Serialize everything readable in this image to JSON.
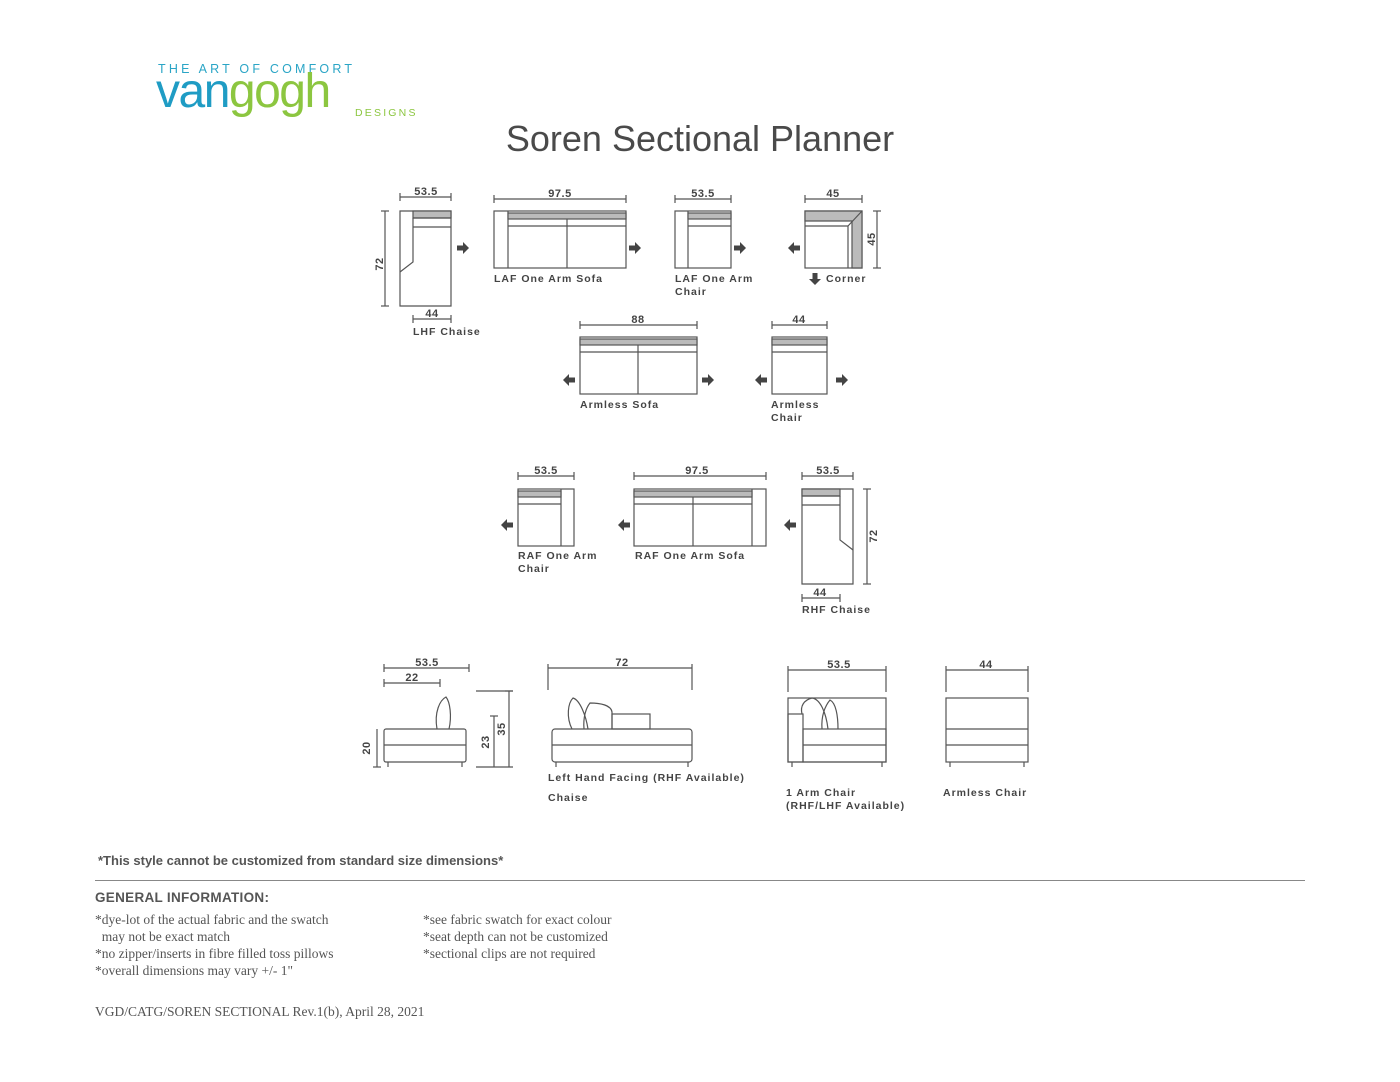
{
  "logo": {
    "tagline": "THE ART OF COMFORT",
    "word_a": "van",
    "word_b": "gogh",
    "sub": "DESIGNS",
    "colors": {
      "blue": "#1f9cc4",
      "green": "#8cc640"
    }
  },
  "title": "Soren Sectional Planner",
  "pieces": {
    "lhf_chaise": {
      "label": "LHF Chaise",
      "width": "53.5",
      "depth": "72",
      "seat": "44"
    },
    "laf_sofa": {
      "label": "LAF One Arm Sofa",
      "width": "97.5"
    },
    "laf_chair": {
      "label_1": "LAF One Arm",
      "label_2": "Chair",
      "width": "53.5"
    },
    "corner": {
      "label": "Corner",
      "width": "45",
      "depth": "45"
    },
    "armless_sofa": {
      "label": "Armless Sofa",
      "width": "88"
    },
    "armless_chair": {
      "label_1": "Armless",
      "label_2": "Chair",
      "width": "44"
    },
    "raf_chair": {
      "label_1": "RAF One Arm",
      "label_2": "Chair",
      "width": "53.5"
    },
    "raf_sofa": {
      "label": "RAF One Arm Sofa",
      "width": "97.5"
    },
    "rhf_chaise": {
      "label": "RHF Chaise",
      "width": "53.5",
      "depth": "72",
      "seat": "44"
    }
  },
  "elevations": {
    "side": {
      "width": "53.5",
      "inner": "22",
      "seat_h": "20",
      "arm_h": "23",
      "back_h": "35"
    },
    "chaise": {
      "width": "72",
      "label_1": "Left Hand Facing (RHF Available)",
      "label_2": "Chaise"
    },
    "one_arm": {
      "width": "53.5",
      "label_1": "1 Arm Chair",
      "label_2": "(RHF/LHF Available)"
    },
    "armless": {
      "width": "44",
      "label": "Armless Chair"
    }
  },
  "note": "*This style cannot be customized from standard size dimensions*",
  "general": {
    "heading": "GENERAL INFORMATION:",
    "left": [
      "*dye-lot of the actual fabric and the swatch",
      "  may not be exact match",
      "*no zipper/inserts in fibre filled toss pillows",
      "*overall dimensions may vary +/- 1\""
    ],
    "right": [
      "*see fabric swatch for exact colour",
      "*seat depth can not be customized",
      "*sectional clips are not required"
    ]
  },
  "footer": "VGD/CATG/SOREN SECTIONAL Rev.1(b), April 28, 2021"
}
